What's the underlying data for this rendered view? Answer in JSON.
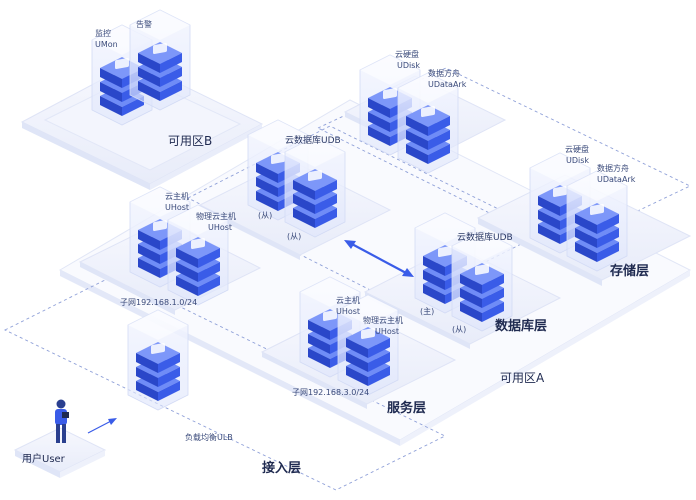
{
  "zones": {
    "zone_b": "可用区B",
    "zone_a": "可用区A"
  },
  "tiers": {
    "storage": "存储层",
    "database": "数据库层",
    "service": "服务层",
    "access": "接入层"
  },
  "zone_b_items": {
    "monitor_cn": "监控",
    "monitor_en": "UMon",
    "alarm": "告警"
  },
  "storage_top": {
    "disk_cn": "云硬盘",
    "disk_en": "UDisk",
    "ark_cn": "数据方舟",
    "ark_en": "UDataArk"
  },
  "storage_right": {
    "disk_cn": "云硬盘",
    "disk_en": "UDisk",
    "ark_cn": "数据方舟",
    "ark_en": "UDataArk"
  },
  "db_zone_b": {
    "title": "云数据库UDB",
    "slave1": "(从)",
    "slave2": "(从)"
  },
  "db_zone_a": {
    "title": "云数据库UDB",
    "master": "(主)",
    "slave": "(从)"
  },
  "service_b": {
    "host_cn": "云主机",
    "host_en": "UHost",
    "phys_cn": "物理云主机",
    "phys_en": "UHost",
    "subnet": "子网192.168.1.0/24"
  },
  "service_a": {
    "host_cn": "云主机",
    "host_en": "UHost",
    "phys_cn": "物理云主机",
    "phys_en": "UHost",
    "subnet": "子网192.168.3.0/24"
  },
  "access": {
    "ulb": "负载均衡ULB",
    "user": "用户User"
  },
  "colors": {
    "accent": "#3a5ce8",
    "accent_dark": "#2240c4",
    "platform": "#eef1fb",
    "platform_edge": "#d4dbf3",
    "line": "#8fa0d8"
  }
}
